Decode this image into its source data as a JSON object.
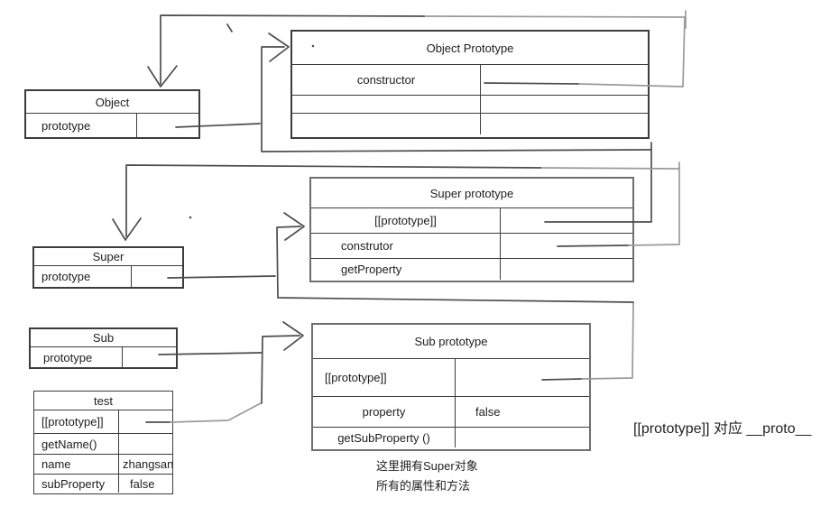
{
  "colors": {
    "background": "#ffffff",
    "line_dark": "#4d4d4d",
    "line_light": "#9a9a9a",
    "text": "#1d1d1d"
  },
  "boxes": {
    "object": {
      "title": "Object",
      "rows": [
        {
          "label": "prototype",
          "value": ""
        }
      ]
    },
    "object_prototype": {
      "title": "Object Prototype",
      "rows": [
        {
          "label": "constructor",
          "value": ""
        },
        {
          "label": "",
          "value": ""
        },
        {
          "label": "",
          "value": ""
        }
      ]
    },
    "super": {
      "title": "Super",
      "rows": [
        {
          "label": "prototype",
          "value": ""
        }
      ]
    },
    "super_prototype": {
      "title": "Super prototype",
      "rows": [
        {
          "label": "[[prototype]]",
          "value": ""
        },
        {
          "label": "construtor",
          "value": ""
        },
        {
          "label": "getProperty",
          "value": ""
        }
      ]
    },
    "sub": {
      "title": "Sub",
      "rows": [
        {
          "label": "prototype",
          "value": ""
        }
      ]
    },
    "sub_prototype": {
      "title": "Sub prototype",
      "rows": [
        {
          "label": "[[prototype]]",
          "value": ""
        },
        {
          "label": "property",
          "value": "false"
        },
        {
          "label": "getSubProperty ()",
          "value": ""
        }
      ]
    },
    "test": {
      "title": "test",
      "rows": [
        {
          "label": "[[prototype]]",
          "value": ""
        },
        {
          "label": "getName()",
          "value": ""
        },
        {
          "label": "name",
          "value": "zhangsan"
        },
        {
          "label": "subProperty",
          "value": "false"
        }
      ]
    }
  },
  "annotations": {
    "proto_note": "[[prototype]] 对应 __proto__",
    "owns_note_line1": "这里拥有Super对象",
    "owns_note_line2": "所有的属性和方法"
  }
}
